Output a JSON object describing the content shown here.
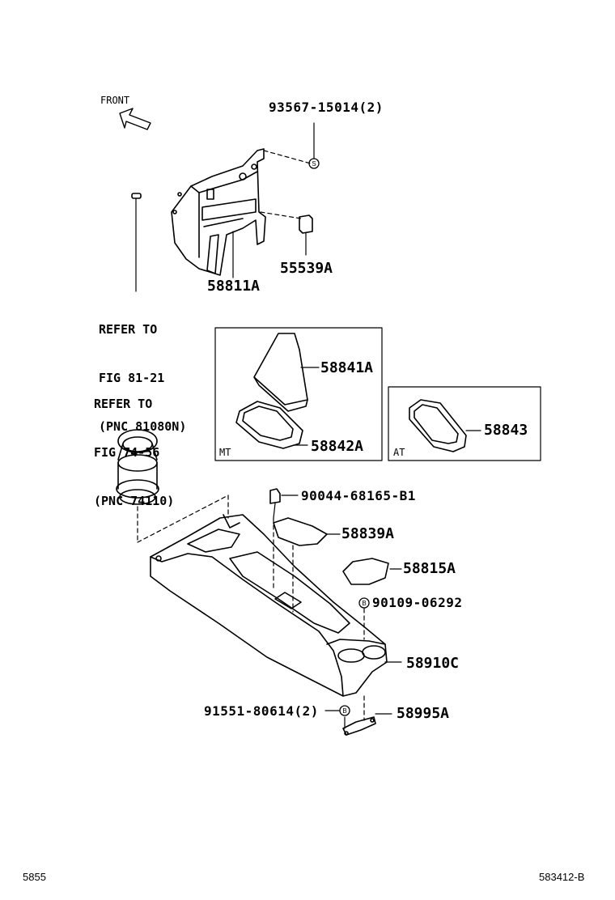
{
  "front_label": "FRONT",
  "parts": {
    "p93567": "93567-15014(2)",
    "p55539": "55539A",
    "p58811": "58811A",
    "p58841": "58841A",
    "p58842": "58842A",
    "p58843": "58843",
    "p90044": "90044-68165-B1",
    "p58839": "58839A",
    "p58815": "58815A",
    "p90109": "90109-06292",
    "p58910": "58910C",
    "p91551": "91551-80614(2)",
    "p58995": "58995A"
  },
  "refs": {
    "ref1": [
      "REFER TO",
      "FIG 81-21",
      "(PNC 81080N)"
    ],
    "ref2": [
      "REFER TO",
      "FIG 74-56",
      "(PNC 74110)"
    ]
  },
  "boxes": {
    "mt": "MT",
    "at": "AT"
  },
  "symbols": {
    "s": "S",
    "b": "B"
  },
  "footer": {
    "left": "5855",
    "right": "583412-B"
  }
}
